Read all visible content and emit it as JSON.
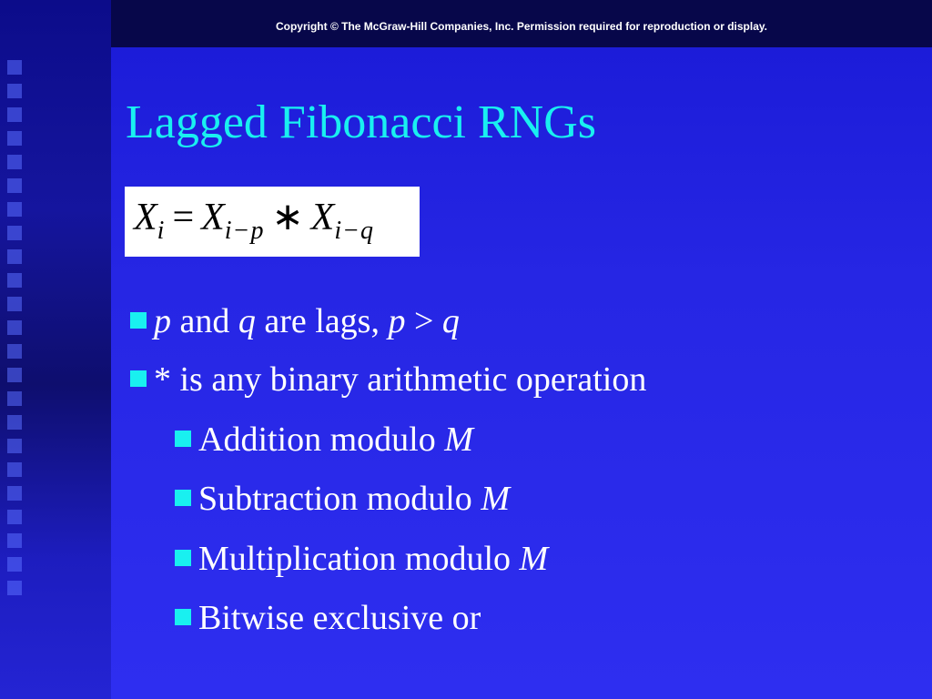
{
  "copyright": "Copyright © The McGraw-Hill Companies, Inc. Permission required for reproduction or display.",
  "title": "Lagged Fibonacci RNGs",
  "formula": {
    "lhs_var": "X",
    "lhs_sub": "i",
    "equals": "=",
    "a_var": "X",
    "a_sub": "i−p",
    "op": "∗",
    "b_var": "X",
    "b_sub": "i−q"
  },
  "bullets": {
    "b1": {
      "p": "p",
      "and": " and ",
      "q": "q",
      "are_lags": " are lags, ",
      "p2": "p",
      "gt": " > ",
      "q2": "q"
    },
    "b2": {
      "text": "* is any binary arithmetic operation"
    },
    "sub": {
      "s1_text": "Addition modulo ",
      "s1_m": "M",
      "s2_text": "Subtraction modulo ",
      "s2_m": "M",
      "s3_text": "Multiplication modulo ",
      "s3_m": "M",
      "s4_text": "Bitwise exclusive or"
    }
  },
  "colors": {
    "background": "#2626e4",
    "title": "#19f0f0",
    "bullet": "#19f0f0",
    "text": "#ffffff"
  }
}
